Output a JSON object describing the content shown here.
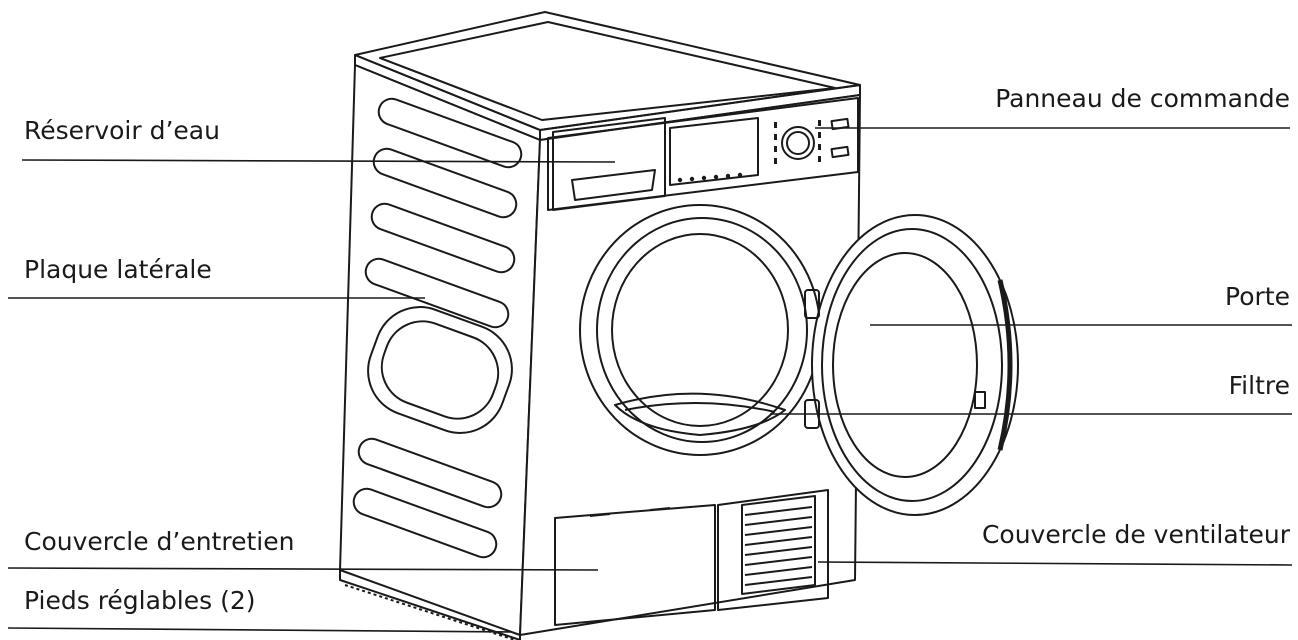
{
  "labels": {
    "water_tank": "Réservoir d’eau",
    "side_plate": "Plaque latérale",
    "service_cover": "Couvercle d’entretien",
    "adjustable_feet": "Pieds réglables (2)",
    "control_panel": "Panneau de commande",
    "door": "Porte",
    "filter": "Filtre",
    "fan_cover": "Couvercle de ventilateur"
  },
  "colors": {
    "line": "#1a1a1a",
    "background": "#ffffff"
  }
}
